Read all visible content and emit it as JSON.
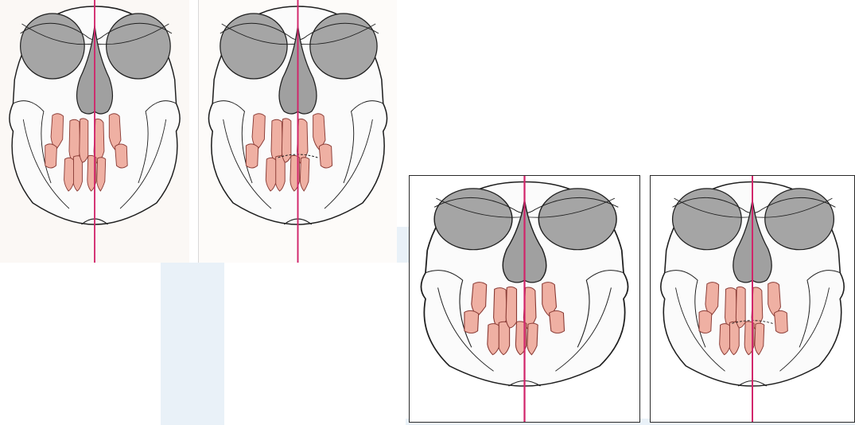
{
  "figure": {
    "panels": [
      {
        "id": "skull-frontal-1",
        "incisor_crossover": false
      },
      {
        "id": "skull-frontal-2",
        "incisor_crossover": true
      },
      {
        "id": "skull-frontal-3",
        "incisor_crossover": false
      },
      {
        "id": "skull-frontal-4",
        "incisor_crossover": true
      }
    ]
  },
  "colors": {
    "midline": "#d1246a",
    "teeth_fill": "#efb0a3",
    "teeth_stroke": "#8a3b35",
    "orbit_fill": "#a5a5a5",
    "nasal_fill": "#a0a0a0",
    "outline": "#1f1f1f",
    "background_tint": "#e9f1f8"
  }
}
